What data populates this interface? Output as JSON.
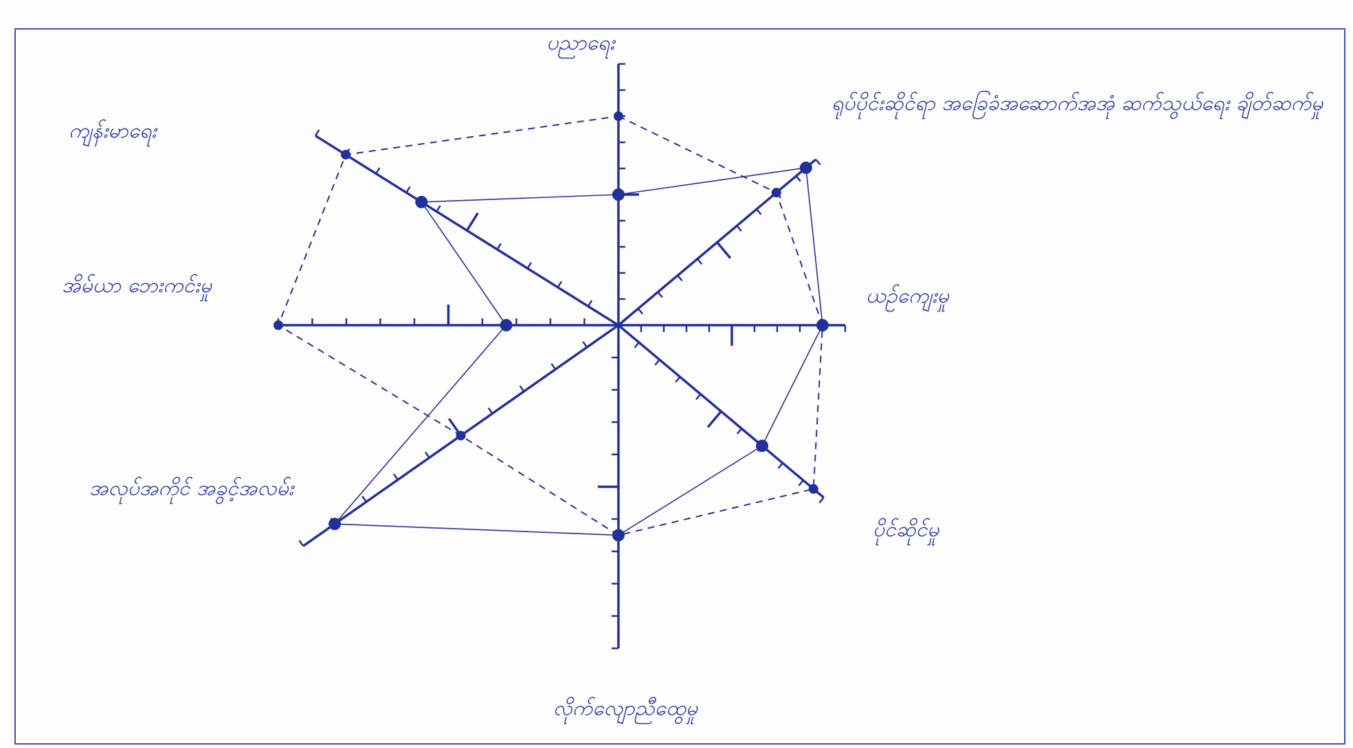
{
  "chart_data": {
    "type": "radar",
    "title": "",
    "ink_color": "#24309a",
    "axes": [
      {
        "label": "ပညာရေး",
        "max": 10,
        "outer": 8,
        "inner": 5
      },
      {
        "label": "ရုပ်ပိုင်းဆိုင်ရာ အခြေခံအဆောက်အအုံ ဆက်သွယ်ရေး ချိတ်ဆက်မှု",
        "max": 10,
        "outer": 8,
        "inner": 9.5
      },
      {
        "label": "ယဉ်ကျေးမှု",
        "max": 10,
        "outer": 9,
        "inner": 9
      },
      {
        "label": "ပိုင်ဆိုင်မှု",
        "max": 10,
        "outer": 9.5,
        "inner": 7
      },
      {
        "label": "လိုက်လျောညီထွေမှု",
        "max": 10,
        "outer": 6.5,
        "inner": 6.5
      },
      {
        "label": "အလုပ်အကိုင် အခွင့်အလမ်း",
        "max": 10,
        "outer": 5,
        "inner": 9
      },
      {
        "label": "အိမ်ယာ ဘေးကင်းမှု",
        "max": 10,
        "outer": 10,
        "inner": 3.3
      },
      {
        "label": "ကျန်းမာရေး",
        "max": 10,
        "outer": 9,
        "inner": 6.5
      }
    ],
    "series": [
      {
        "style": "dashed",
        "key": "outer"
      },
      {
        "style": "solid",
        "key": "inner"
      }
    ]
  }
}
